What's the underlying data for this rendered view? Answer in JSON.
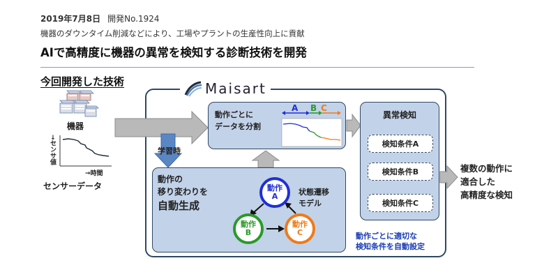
{
  "header": {
    "date": "2019年7月8日",
    "press_no": "開発No.1924",
    "subtitle": "機器のダウンタイム削減などにより、工場やプラントの生産性向上に貢献",
    "headline": "AIで高精度に機器の異常を検知する診断技術を開発"
  },
  "section": {
    "heading": "今回開発した技術"
  },
  "brand": {
    "name": "Maisart"
  },
  "left": {
    "device_label": "機器",
    "sensor_axis_y": "→センサ値",
    "sensor_axis_x": "→時間",
    "sensor_caption": "センサーデータ"
  },
  "split_box": {
    "line1": "動作ごとに",
    "line2": "データを分割",
    "labels": [
      "A",
      "B",
      "C"
    ]
  },
  "learning_label": "学習時",
  "auto_box": {
    "line1": "動作の",
    "line2": "移り変わりを",
    "line3": "自動生成",
    "state_model_line1": "状態遷移",
    "state_model_line2": "モデル",
    "circles": [
      {
        "top": "動作",
        "bottom": "A"
      },
      {
        "top": "動作",
        "bottom": "B"
      },
      {
        "top": "動作",
        "bottom": "C"
      }
    ]
  },
  "anomaly_box": {
    "title": "異常検知",
    "conditions": [
      "検知条件A",
      "検知条件B",
      "検知条件C"
    ],
    "auto_setting_line1": "動作ごとに適切な",
    "auto_setting_line2": "検知条件を自動設定"
  },
  "result": {
    "line1": "複数の動作に",
    "line2": "適合した",
    "line3": "高精度な検知"
  },
  "colors": {
    "panel_fill": "#c2d2e9",
    "panel_border": "#2f4764",
    "arrow_gray": "#b9b9b9",
    "learn_arrow": "#5b86c4",
    "series_a": "#1f2fd6",
    "series_b": "#2a9a2a",
    "series_c": "#f07a18",
    "auto_setting_text": "#1a3db5"
  },
  "icons": [
    "server-rack-icon",
    "maisart-logo-icon"
  ]
}
